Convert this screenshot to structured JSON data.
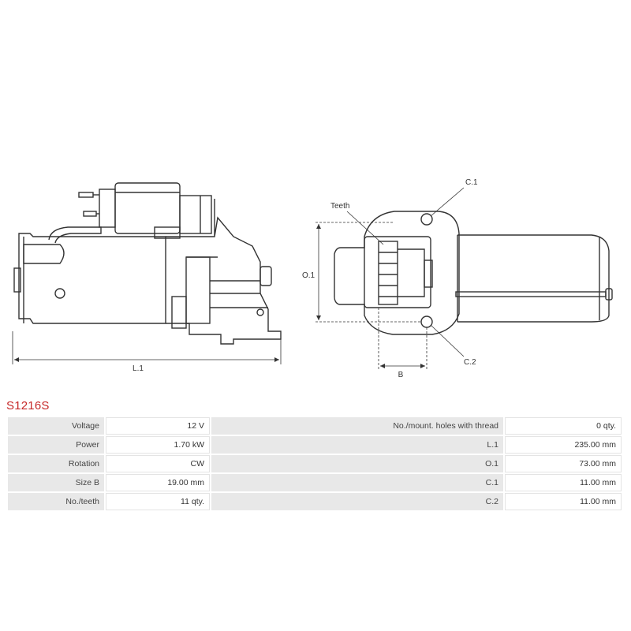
{
  "part_code": "S1216S",
  "drawing": {
    "label_l1": "L.1",
    "label_o1": "O.1",
    "label_b": "B",
    "label_c1": "C.1",
    "label_c2": "C.2",
    "label_teeth": "Teeth"
  },
  "specs": {
    "left": [
      {
        "label": "Voltage",
        "value": "12 V"
      },
      {
        "label": "Power",
        "value": "1.70 kW"
      },
      {
        "label": "Rotation",
        "value": "CW"
      },
      {
        "label": "Size B",
        "value": "19.00 mm"
      },
      {
        "label": "No./teeth",
        "value": "11 qty."
      }
    ],
    "right": [
      {
        "label": "No./mount. holes with thread",
        "value": "0 qty."
      },
      {
        "label": "L.1",
        "value": "235.00 mm"
      },
      {
        "label": "O.1",
        "value": "73.00 mm"
      },
      {
        "label": "C.1",
        "value": "11.00 mm"
      },
      {
        "label": "C.2",
        "value": "11.00 mm"
      }
    ]
  }
}
